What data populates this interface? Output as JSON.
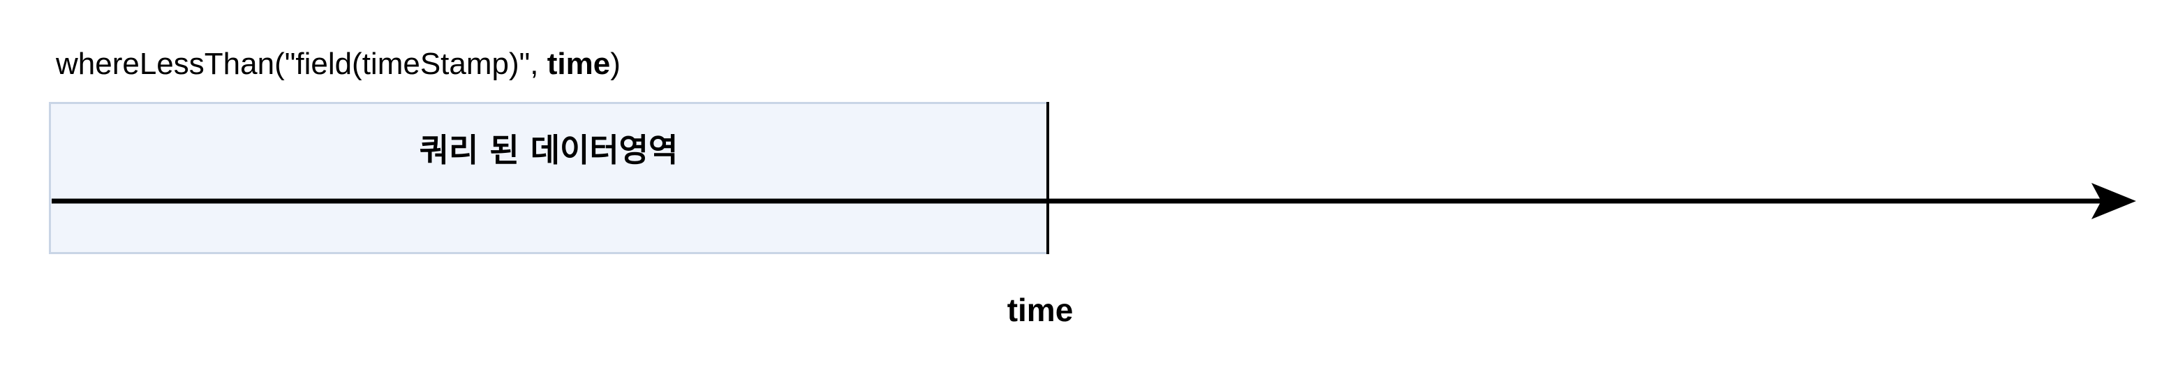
{
  "caption": {
    "prefix": "whereLessThan(\"field(timeStamp)\", ",
    "bold_arg": "time",
    "suffix": ")"
  },
  "region": {
    "label": "쿼리 된 데이터영역"
  },
  "axis": {
    "marker_label": "time"
  },
  "colors": {
    "region_fill": "#f1f5fc",
    "region_border": "#c9d5e6",
    "axis": "#000000"
  }
}
